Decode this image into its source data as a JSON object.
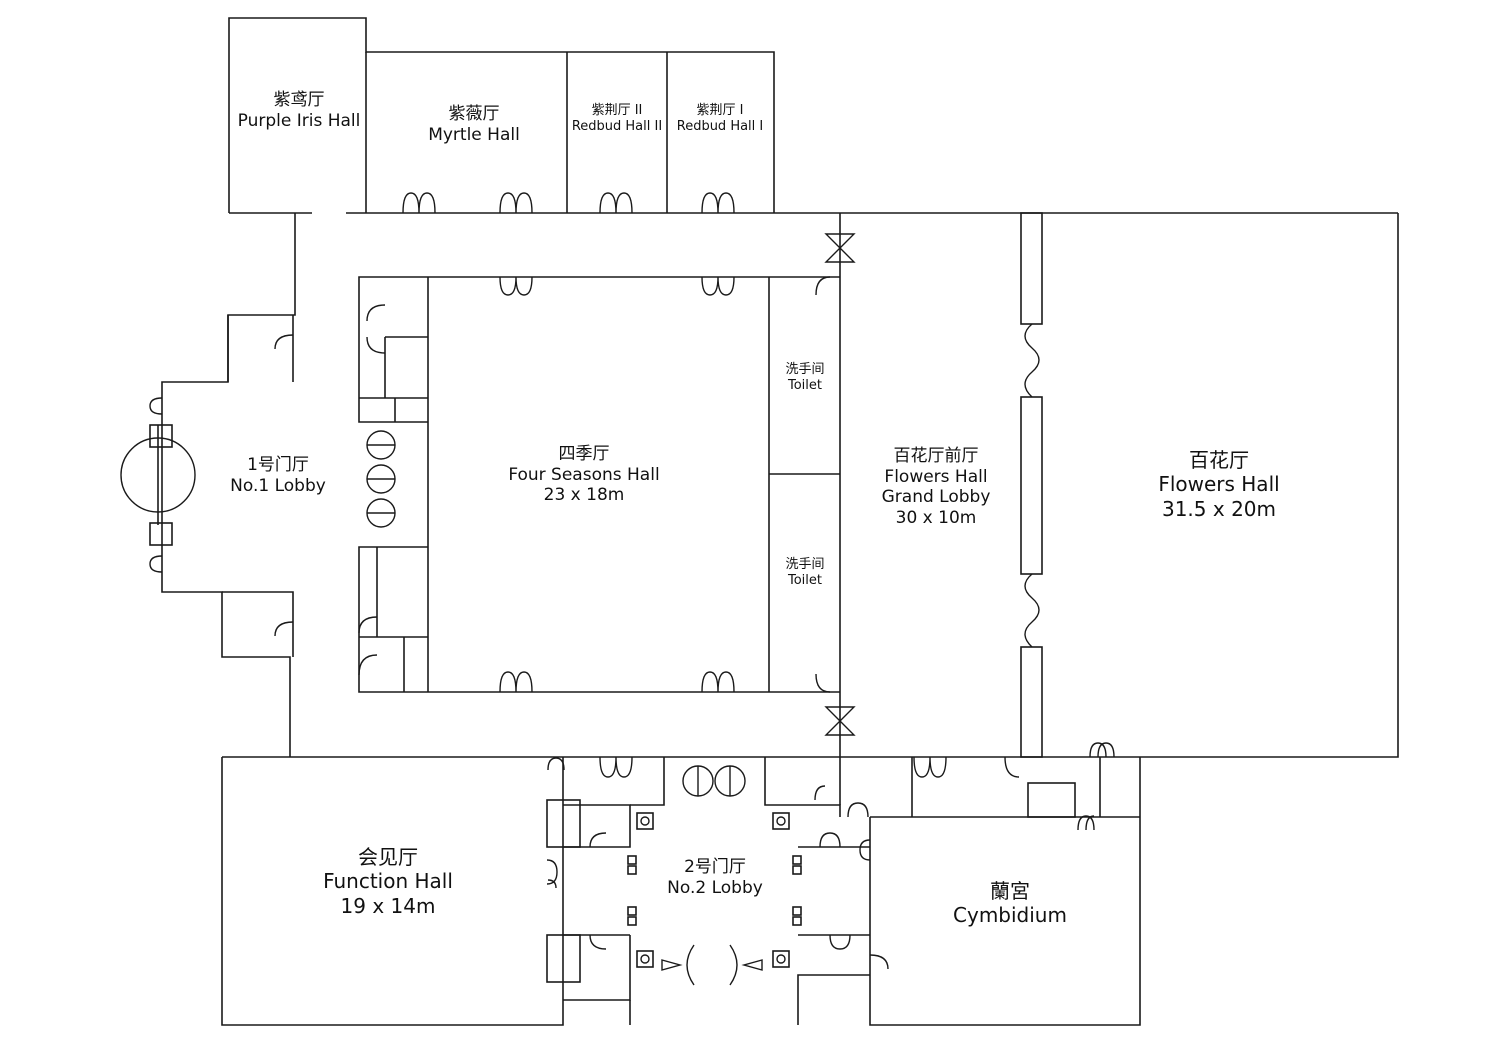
{
  "colors": {
    "line": "#1a1a1a",
    "background": "#ffffff",
    "text": "#111111"
  },
  "rooms": {
    "purple_iris": {
      "cn": "紫鸢厅",
      "en": "Purple Iris Hall"
    },
    "myrtle": {
      "cn": "紫薇厅",
      "en": "Myrtle Hall"
    },
    "redbud_2": {
      "cn": "紫荆厅 II",
      "en": "Redbud Hall II"
    },
    "redbud_1": {
      "cn": "紫荆厅 I",
      "en": "Redbud Hall I"
    },
    "lobby_1": {
      "cn": "1号门厅",
      "en": "No.1 Lobby"
    },
    "four_seasons": {
      "cn": "四季厅",
      "en": "Four Seasons Hall",
      "size": "23 x 18m"
    },
    "toilet_upper": {
      "cn": "洗手间",
      "en": "Toilet"
    },
    "toilet_lower": {
      "cn": "洗手间",
      "en": "Toilet"
    },
    "flowers_lobby": {
      "cn": "百花厅前厅",
      "en1": "Flowers Hall",
      "en2": "Grand Lobby",
      "size": "30 x 10m"
    },
    "flowers_hall": {
      "cn": "百花厅",
      "en": "Flowers Hall",
      "size": "31.5 x 20m"
    },
    "function_hall": {
      "cn": "会见厅",
      "en": "Function Hall",
      "size": "19 x 14m"
    },
    "lobby_2": {
      "cn": "2号门厅",
      "en": "No.2 Lobby"
    },
    "cymbidium": {
      "cn": "蘭宮",
      "en": "Cymbidium"
    }
  }
}
